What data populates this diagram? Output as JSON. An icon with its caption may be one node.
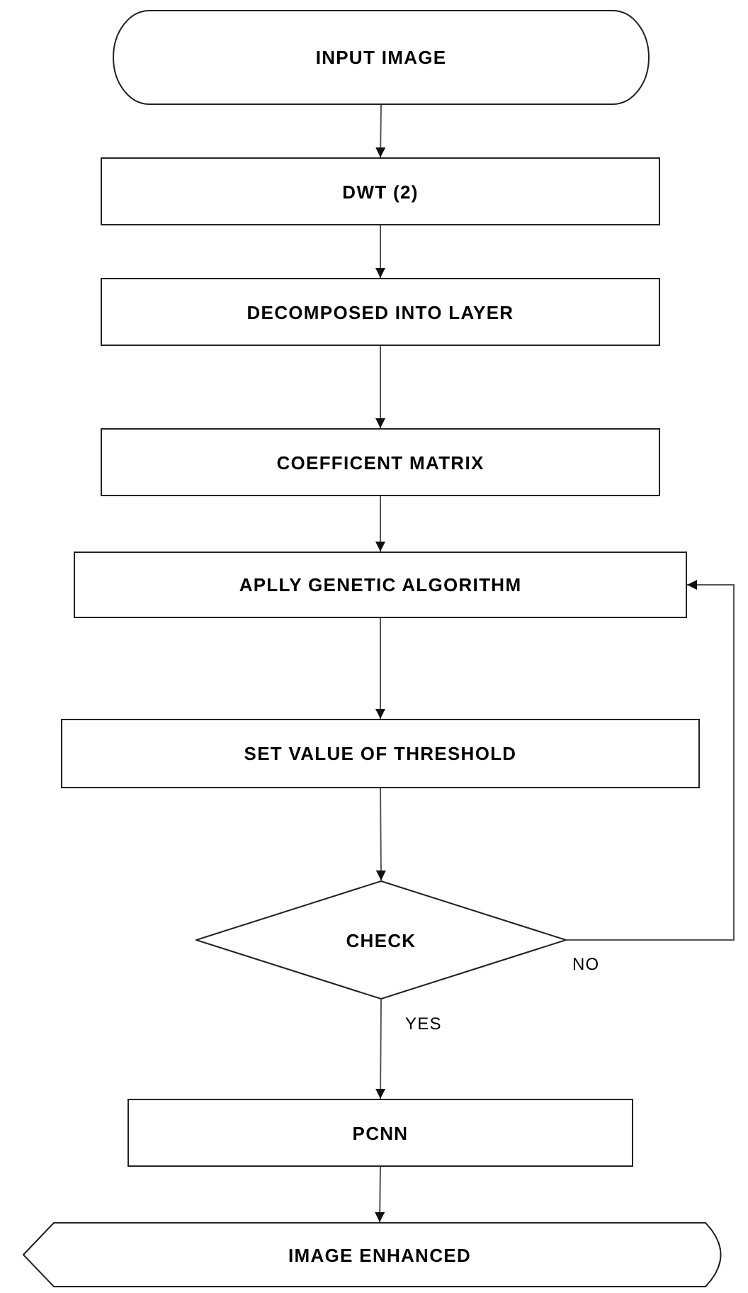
{
  "diagram": {
    "nodes": [
      {
        "text": [
          "INPUT IMAGE"
        ]
      },
      {
        "text": [
          "DWT (2)"
        ]
      },
      {
        "text": [
          "DECOMPOSED INTO LAYER"
        ]
      },
      {
        "text": [
          "COEFFICENT MATRIX"
        ]
      },
      {
        "text": [
          "APLLY GENETIC ALGORITHM"
        ]
      },
      {
        "text": [
          "SET VALUE OF THRESHOLD"
        ]
      },
      {
        "text": [
          "CHECK"
        ]
      },
      {
        "text": [
          "PCNN"
        ]
      },
      {
        "text": [
          "IMAGE ENHANCED"
        ]
      }
    ],
    "edges": [
      {
        "from": 0,
        "to": 1,
        "arrow": "to"
      },
      {
        "from": 1,
        "to": 2,
        "arrow": "to"
      },
      {
        "from": 2,
        "to": 3,
        "arrow": "to"
      },
      {
        "from": 3,
        "to": 4,
        "arrow": "to"
      },
      {
        "from": 4,
        "to": 5,
        "arrow": "to"
      },
      {
        "from": 5,
        "to": 6,
        "arrow": "to"
      },
      {
        "from": 6,
        "to": 7,
        "arrow": "to",
        "label": "YES"
      },
      {
        "from": 7,
        "to": 8,
        "arrow": "to"
      },
      {
        "from": 6,
        "to": 4,
        "arrow": "to",
        "label": "NO"
      }
    ]
  }
}
